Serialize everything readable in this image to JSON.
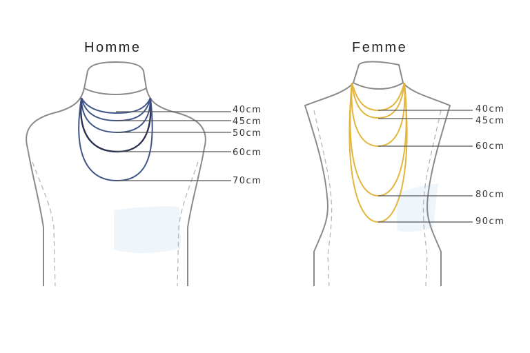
{
  "men": {
    "title": "Homme",
    "chain_color": "#3f5588",
    "lengths": [
      "40cm",
      "45cm",
      "50cm",
      "60cm",
      "70cm"
    ]
  },
  "women": {
    "title": "Femme",
    "chain_color": "#e3b53a",
    "lengths": [
      "40cm",
      "45cm",
      "60cm",
      "80cm",
      "90cm"
    ]
  },
  "colors": {
    "outline": "#8a8a8a",
    "leader_line": "#555555",
    "highlight": "#eef5fb"
  }
}
